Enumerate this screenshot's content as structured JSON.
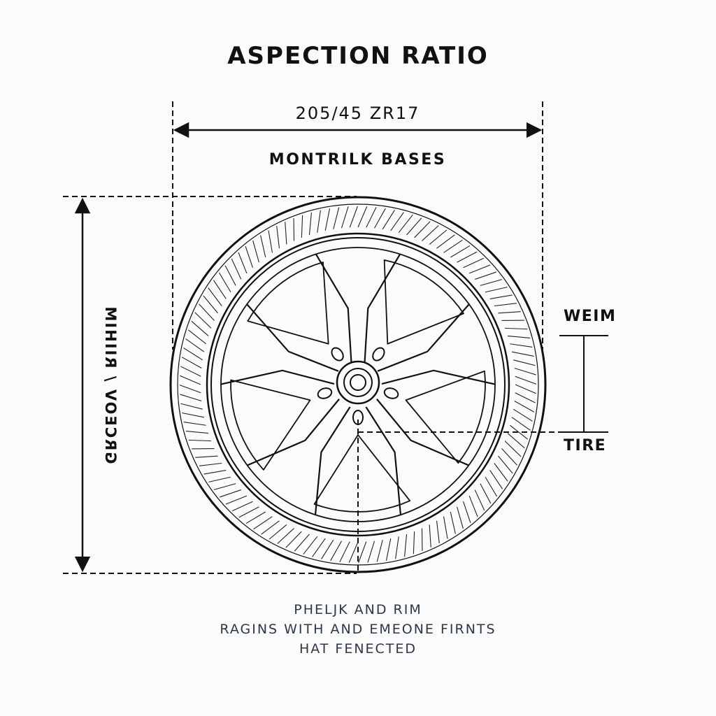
{
  "title": "ASPECTION RATIO",
  "size_code": "205/45  ZR17",
  "base_label": "MONTRILK BASES",
  "vertical_label": "GRCEOV / RIIHIM",
  "weim_label": "WEIM",
  "tire_label": "TIRE",
  "caption": {
    "line1": "PHELJK AND RIM",
    "line2": "RAGINS WITH AND EMEONE FIRNTS",
    "line3": "HAT FENECTED"
  },
  "colors": {
    "ink": "#111111",
    "caption": "#2c3748",
    "background": "#fbfbfb"
  }
}
